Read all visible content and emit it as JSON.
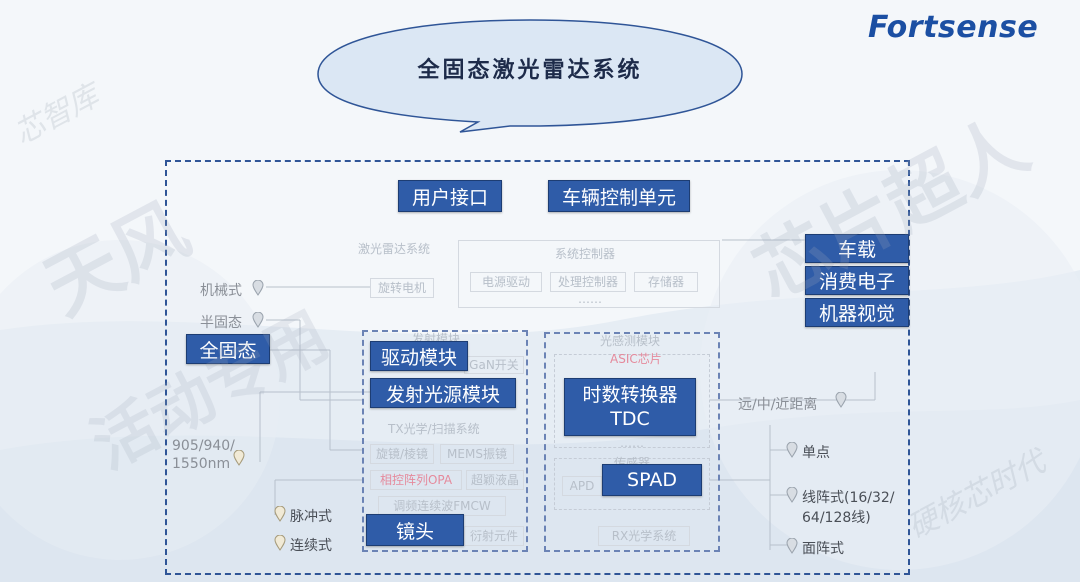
{
  "header": {
    "title": "全固态激光雷达系统",
    "brand": "Fortsense"
  },
  "top_labels": {
    "user_interface": "用户接口",
    "vehicle_control": "车辆控制单元"
  },
  "applications": [
    "车载",
    "消费电子",
    "机器视觉"
  ],
  "lidar_system": {
    "title": "激光雷达系统",
    "system_controller": {
      "title": "系统控制器",
      "items": [
        "电源驱动",
        "处理控制器",
        "存储器"
      ],
      "more": "……"
    },
    "rotating_motor": "旋转电机"
  },
  "scan_types": {
    "mechanical": "机械式",
    "semi_solid": "半固态",
    "solid_state": "全固态"
  },
  "emitter_module": {
    "title": "发射模块",
    "driver": "驱动模块",
    "gan_switch": "GaN开关",
    "light_source": "发射光源模块"
  },
  "tx_optics": {
    "title": "TX光学/扫描系统",
    "items": [
      "旋镜/棱镜",
      "MEMS振镜",
      "相控阵列OPA",
      "超颖液晶",
      "调频连续波FMCW"
    ],
    "lens": "镜头",
    "diffractive": "衍射元件"
  },
  "receiver_module": {
    "title": "光感测模块",
    "asic": "ASIC芯片",
    "tdc": "时数转换器\nTDC",
    "tdc_line1": "时数转换器",
    "tdc_line2": "TDC",
    "more": "……",
    "sensor": "传感器",
    "apd": "APD",
    "spad": "SPAD",
    "rx_optics": "RX光学系统"
  },
  "wavelength": "905/940/\n1550nm",
  "wavelength_lines": [
    "905/940/",
    "1550nm"
  ],
  "pulse_types": [
    "脉冲式",
    "连续式"
  ],
  "range": "远/中/近距离",
  "detector_types": [
    "单点",
    "线阵式(16/32/\n64/128线)",
    "面阵式"
  ],
  "detector_lines": [
    "单点",
    "线阵式(16/32/",
    "64/128线)",
    "面阵式"
  ],
  "watermarks": [
    "天风",
    "芯片超人",
    "活动专用",
    "硬核芯时代",
    "芯智库"
  ],
  "colors": {
    "accent_blue": "#2f5ca8",
    "dash_blue": "#2f5597",
    "brand_blue": "#1b4fa3",
    "bubble_fill": "#dbe7f4",
    "pink": "#e58a9c"
  }
}
